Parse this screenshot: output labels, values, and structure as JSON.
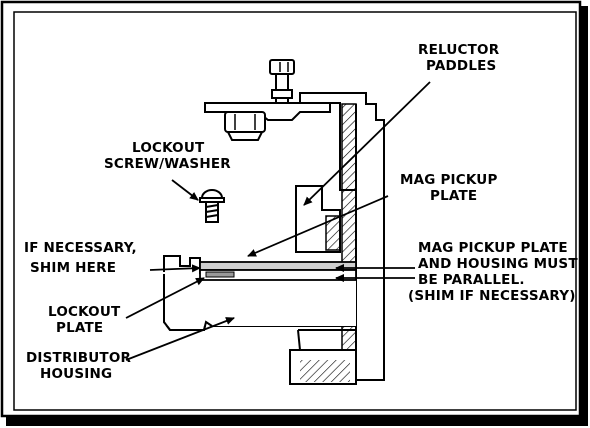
{
  "labels": {
    "reluctor_1": "RELUCTOR",
    "reluctor_2": "PADDLES",
    "lockout_screw_1": "LOCKOUT",
    "lockout_screw_2": "SCREW/WASHER",
    "mag_pickup_1": "MAG PICKUP",
    "mag_pickup_2": "PLATE",
    "shim_1": "IF NECESSARY,",
    "shim_2": "SHIM HERE",
    "parallel_1": "MAG PICKUP PLATE",
    "parallel_2": "AND HOUSING MUST",
    "parallel_3": "BE PARALLEL.",
    "parallel_4": "(SHIM IF NECESSARY)",
    "lockout_plate_1": "LOCKOUT",
    "lockout_plate_2": "PLATE",
    "housing_1": "DISTRIBUTOR",
    "housing_2": "HOUSING"
  },
  "colors": {
    "ink": "#000000",
    "plate_fill": "#cfcfcf",
    "background": "#ffffff"
  }
}
